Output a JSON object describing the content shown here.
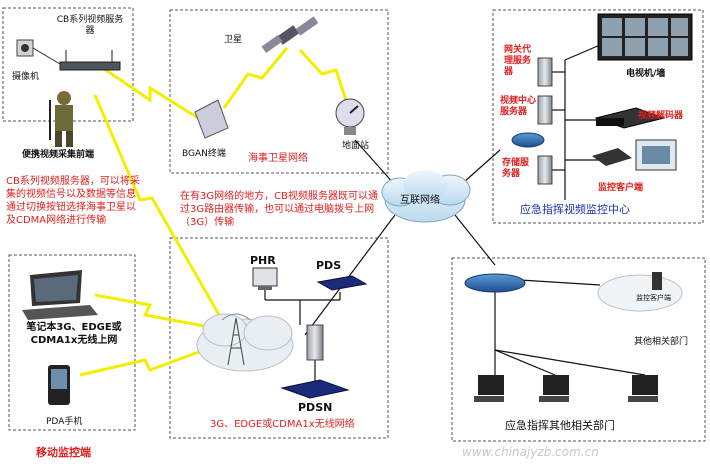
{
  "colors": {
    "accent_red": "#e02020",
    "accent_blue": "#1c2fb0",
    "lightning": "#f2ee00",
    "cloud": "#d8ecf8"
  },
  "labels": {
    "cb_server": "CB系列视频服务器",
    "camera": "摄像机",
    "portable_front": "便携视频采集前端",
    "cb_desc": "CB系列视频服务器，可以将采集的视频信号以及数据等信息通过切换按钮选择海事卫星以及CDMA网络进行传输",
    "satellite": "卫星",
    "bgan": "BGAN终端",
    "maritime_sat_net": "海事卫星网络",
    "ground_station": "地面站",
    "net_desc": "在有3G网络的地方，CB视频服务器既可以通过3G路由器传输，也可以通过电脑拨号上网（3G）传输",
    "internet": "互联网络",
    "gateway_proxy": "网关代理服务器",
    "video_center_server": "视频中心服务器",
    "storage_server": "存储服务器",
    "tv_wall": "电视机/墙",
    "video_decoder": "视频解码器",
    "monitor_client": "监控客户端",
    "command_center": "应急指挥视频监控中心",
    "laptop": "笔记本3G、EDGE或CDMA1x无线上网",
    "pda": "PDA手机",
    "mobile_monitor": "移动监控端",
    "phr": "PHR",
    "pds": "PDS",
    "pdsn": "PDSN",
    "wireless_net": "3G、EDGE或CDMA1x无线网络",
    "monitor_client_small": "监控客户端",
    "other_dept": "其他相关部门",
    "command_other": "应急指挥其他相关部门",
    "watermark": "www.chinajyzb.com.cn"
  }
}
